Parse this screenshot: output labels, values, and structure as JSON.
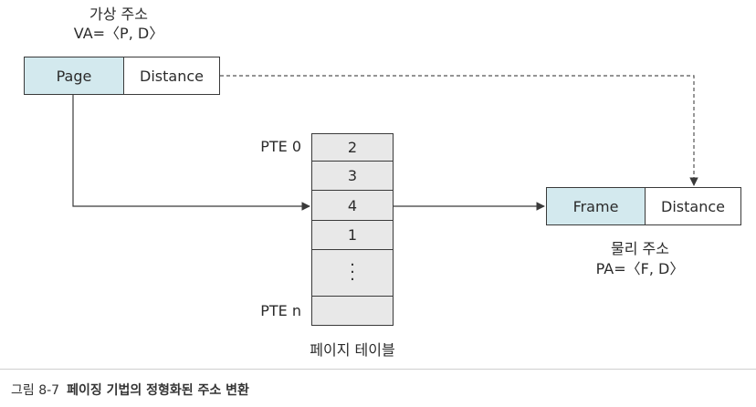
{
  "virtual_address": {
    "title": "가상 주소",
    "formula": "VA=〈P, D〉",
    "page_label": "Page",
    "distance_label": "Distance"
  },
  "page_table": {
    "title": "페이지 테이블",
    "first_label": "PTE 0",
    "last_label": "PTE n",
    "cells": [
      "2",
      "3",
      "4",
      "1",
      ":",
      ""
    ]
  },
  "physical_address": {
    "title": "물리 주소",
    "formula": "PA=〈F, D〉",
    "frame_label": "Frame",
    "distance_label": "Distance"
  },
  "caption": {
    "number": "그림 8-7",
    "title": "페이징 기법의 정형화된 주소 변환"
  },
  "colors": {
    "highlight": "#d3e9ee",
    "table_cell": "#e8e8e8",
    "line": "#3a3a3a"
  }
}
